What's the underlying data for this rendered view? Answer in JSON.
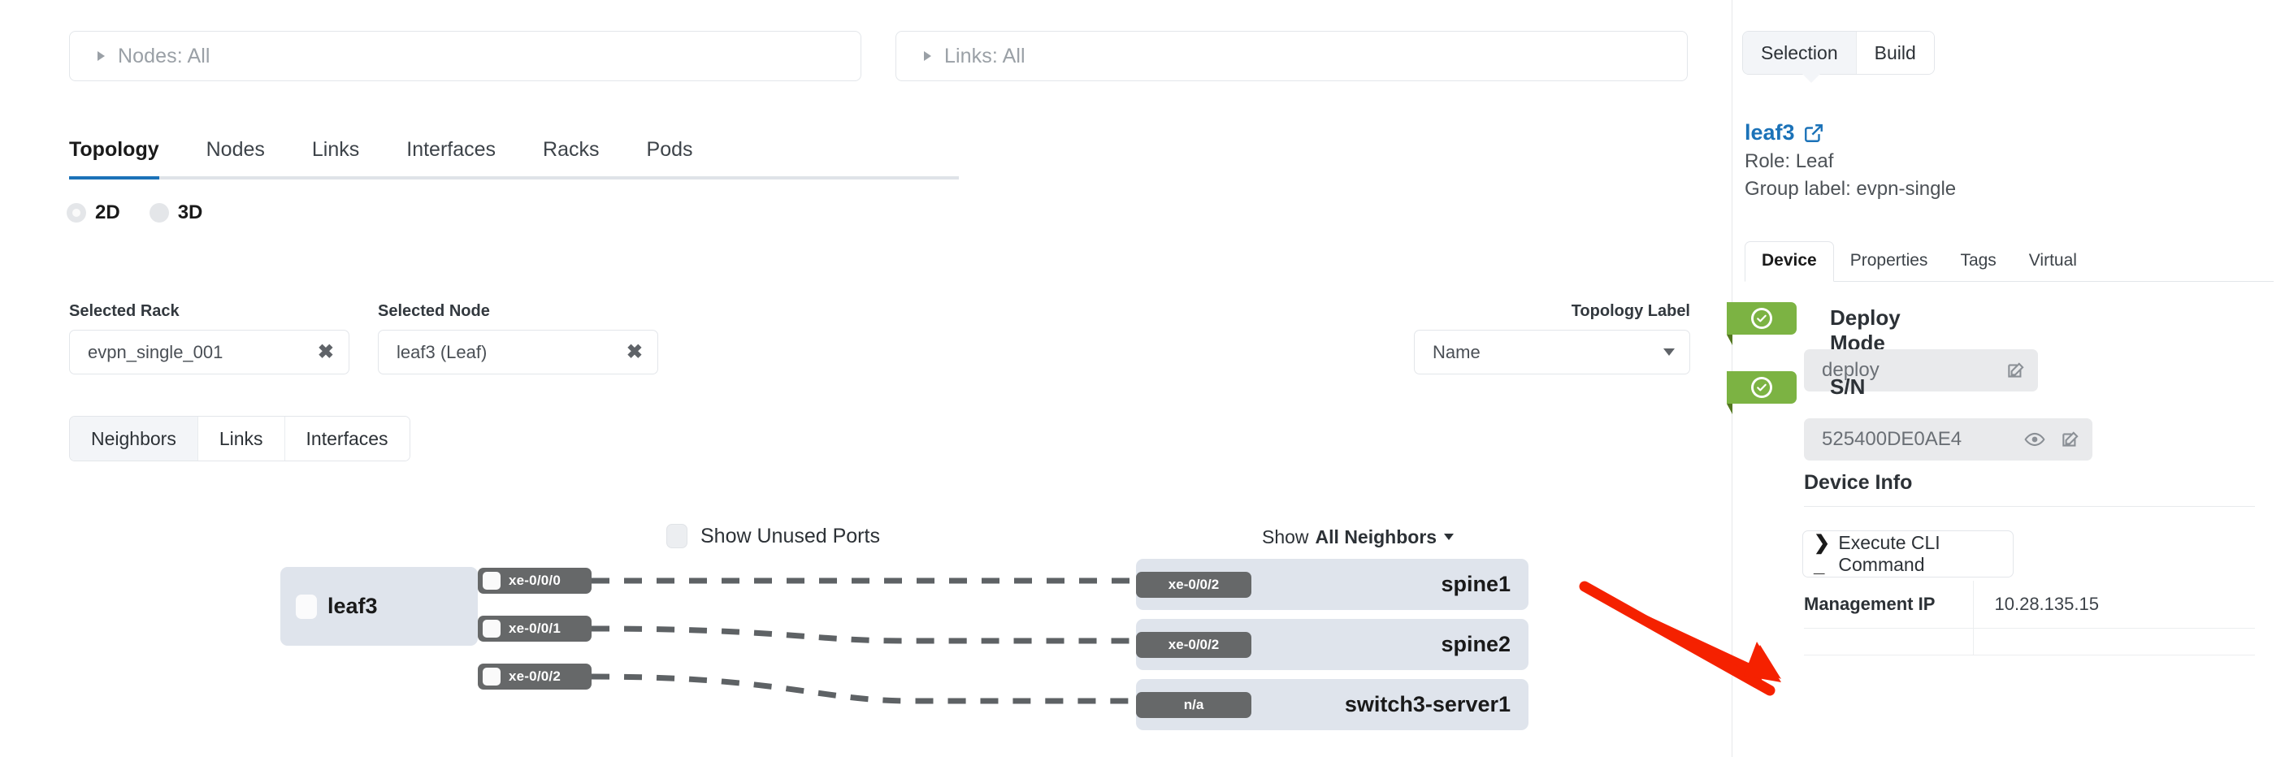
{
  "filters": {
    "nodes": {
      "label": "Nodes: All"
    },
    "links": {
      "label": "Links: All"
    }
  },
  "main_tabs": [
    {
      "label": "Topology",
      "active": true
    },
    {
      "label": "Nodes",
      "active": false
    },
    {
      "label": "Links",
      "active": false
    },
    {
      "label": "Interfaces",
      "active": false
    },
    {
      "label": "Racks",
      "active": false
    },
    {
      "label": "Pods",
      "active": false
    }
  ],
  "view_mode": {
    "options": [
      {
        "label": "2D",
        "checked": true
      },
      {
        "label": "3D",
        "checked": false
      }
    ]
  },
  "selected_rack": {
    "label": "Selected Rack",
    "value": "evpn_single_001",
    "clear": "✖"
  },
  "selected_node": {
    "label": "Selected Node",
    "value": "leaf3 (Leaf)",
    "clear": "✖"
  },
  "topology_label": {
    "label": "Topology Label",
    "value": "Name"
  },
  "sub_tabs": [
    {
      "label": "Neighbors",
      "active": true
    },
    {
      "label": "Links",
      "active": false
    },
    {
      "label": "Interfaces",
      "active": false
    }
  ],
  "show_unused_ports": {
    "label": "Show Unused Ports",
    "checked": false
  },
  "show_neighbors": {
    "lead": "Show",
    "value": "All Neighbors"
  },
  "topology": {
    "source_node": {
      "name": "leaf3"
    },
    "ports": [
      {
        "name": "xe-0/0/0"
      },
      {
        "name": "xe-0/0/1"
      },
      {
        "name": "xe-0/0/2"
      }
    ],
    "peers": [
      {
        "port": "xe-0/0/2",
        "name": "spine1"
      },
      {
        "port": "xe-0/0/2",
        "name": "spine2"
      },
      {
        "port": "n/a",
        "name": "switch3-server1"
      }
    ]
  },
  "panel": {
    "tabs": [
      {
        "label": "Selection",
        "active": true
      },
      {
        "label": "Build",
        "active": false
      }
    ],
    "status_badge": "check-circle-icon",
    "device": {
      "title": "leaf3",
      "role_line": "Role: Leaf",
      "group_line": "Group label: evpn-single"
    },
    "device_tabs": [
      {
        "label": "Device",
        "active": true
      },
      {
        "label": "Properties",
        "active": false
      },
      {
        "label": "Tags",
        "active": false
      },
      {
        "label": "Virtual",
        "active": false
      }
    ],
    "deploy_mode": {
      "title": "Deploy Mode",
      "value": "deploy"
    },
    "serial_number": {
      "title": "S/N",
      "value": "525400DE0AE4"
    },
    "device_info": {
      "title": "Device Info",
      "cli_button": {
        "prompt": "❯_",
        "label": "Execute CLI Command"
      },
      "rows": [
        {
          "key": "Management IP",
          "value": "10.28.135.15"
        }
      ]
    }
  },
  "colors": {
    "accent_blue": "#1b72b8",
    "status_green": "#7cb343",
    "node_card": "#dfe4ec",
    "port_chip": "#666869",
    "annotation_red": "#f52100"
  }
}
